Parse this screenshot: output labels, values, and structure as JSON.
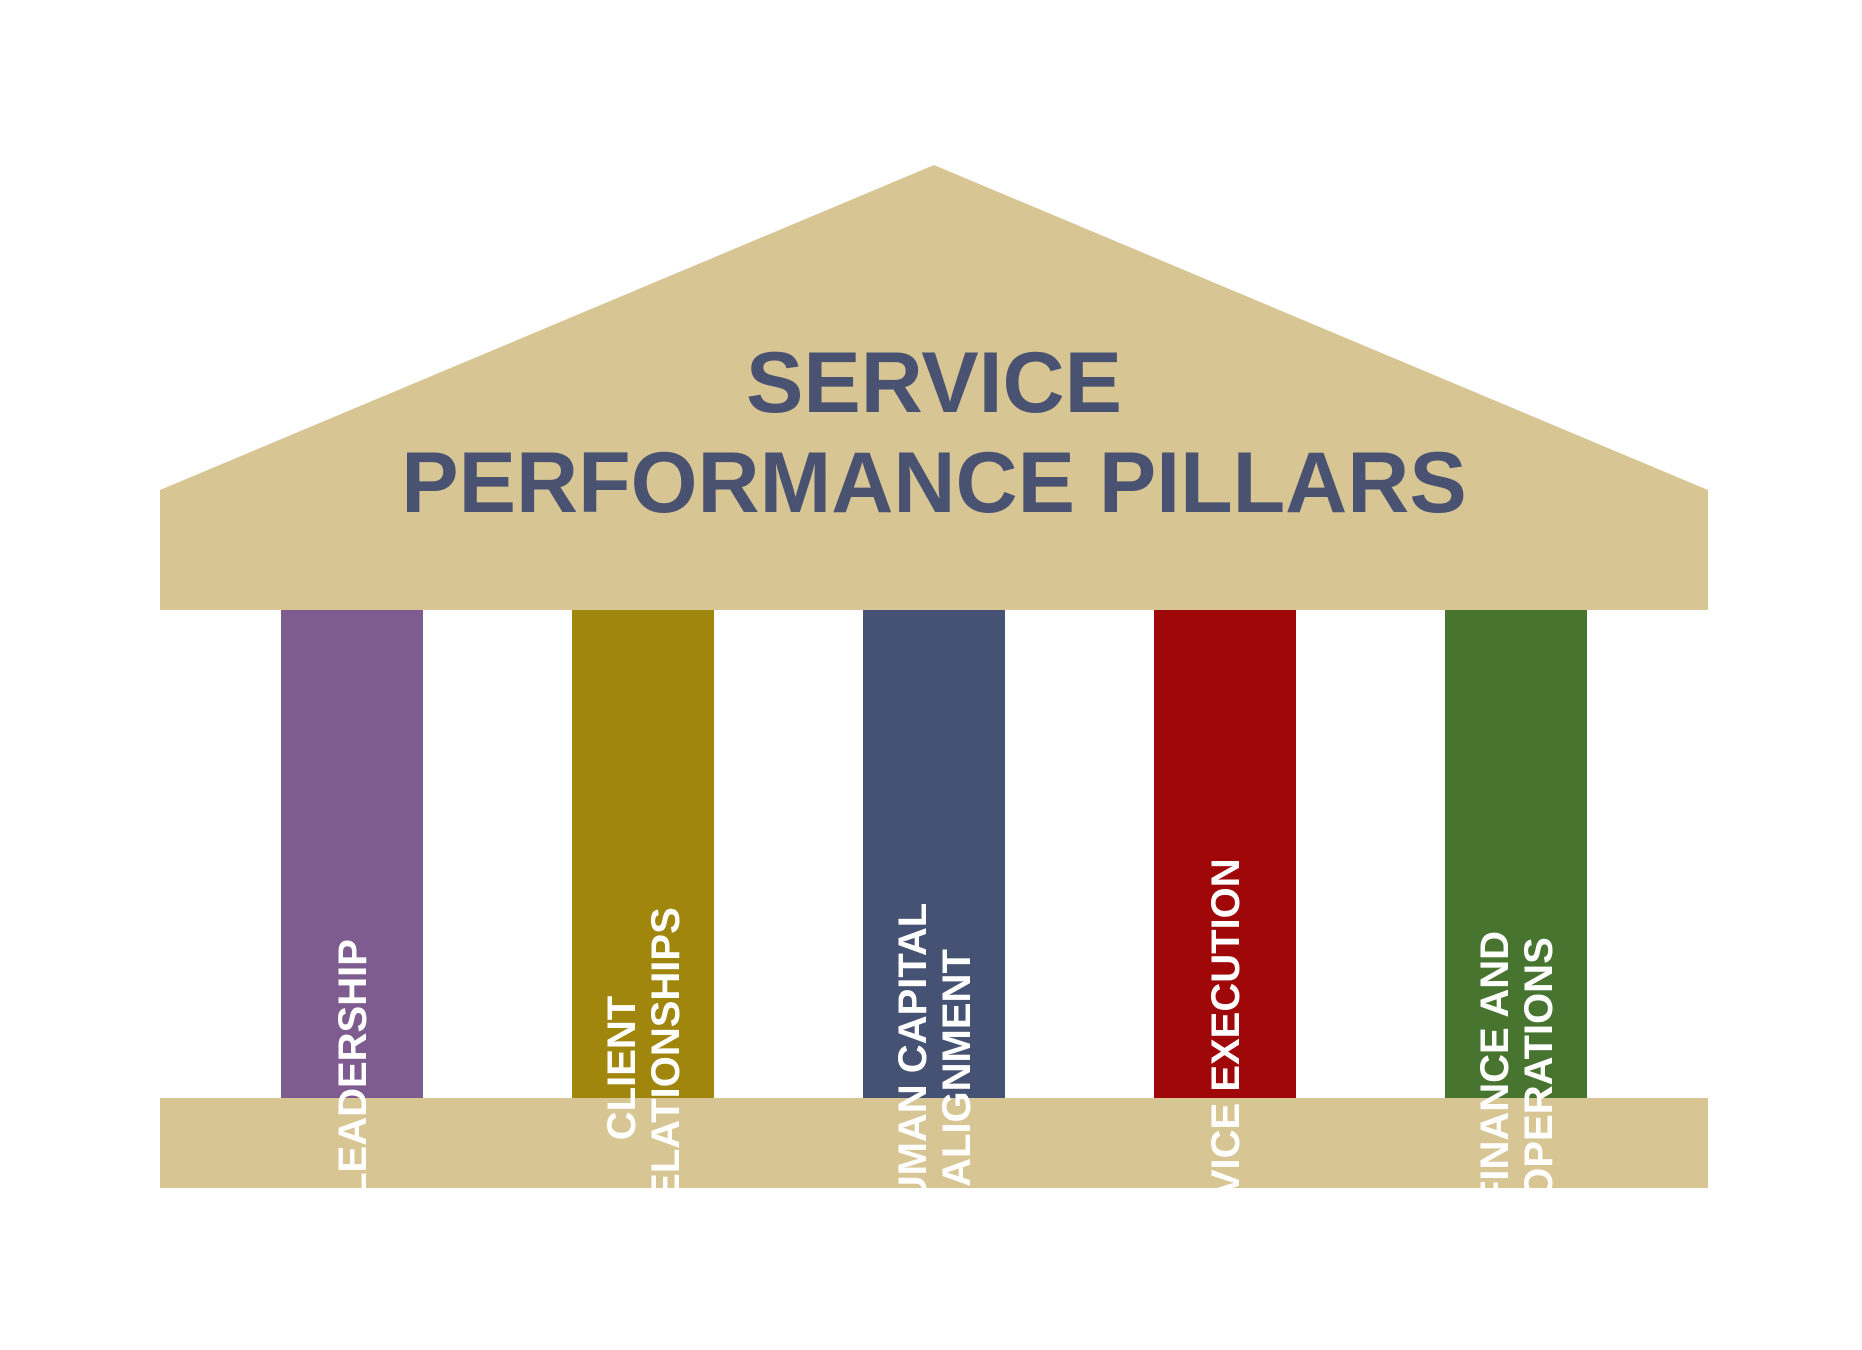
{
  "title": {
    "line1": "SERVICE",
    "line2": "PERFORMANCE PILLARS"
  },
  "colors": {
    "structure": "#d8c594",
    "title_text": "#4a5272",
    "pillar_text": "#ffffff"
  },
  "pillars": [
    {
      "lines": [
        "LEADERSHIP"
      ],
      "color": "#7f5c8f"
    },
    {
      "lines": [
        "CLIENT",
        "RELATIONSHIPS"
      ],
      "color": "#a1860e"
    },
    {
      "lines": [
        "HUMAN CAPITAL",
        "ALIGNMENT"
      ],
      "color": "#465274"
    },
    {
      "lines": [
        "SERVICE EXECUTION"
      ],
      "color": "#a00709"
    },
    {
      "lines": [
        "FINANCE AND",
        "OPERATIONS"
      ],
      "color": "#47742e"
    }
  ]
}
